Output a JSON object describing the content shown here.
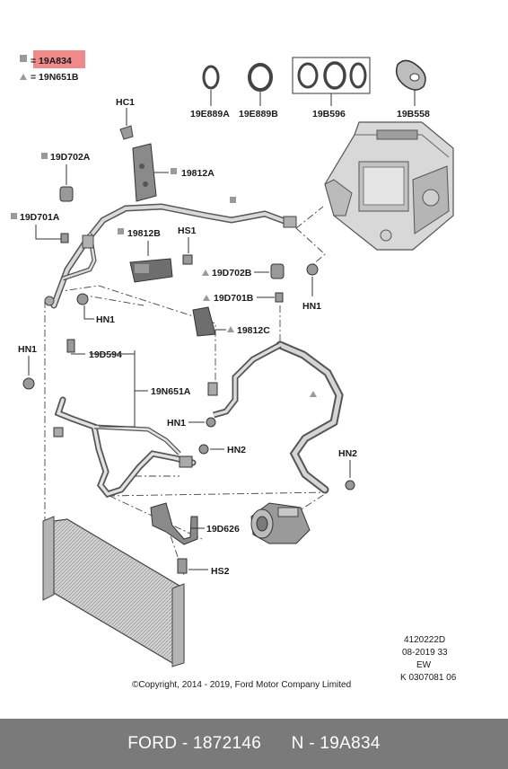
{
  "legend": {
    "square_label": "= 19A834",
    "triangle_label": "= 19N651B",
    "highlight_color": "#f08a8a"
  },
  "labels": {
    "seal_1": "19E889A",
    "seal_2": "19E889B",
    "seal_kit": "19B596",
    "gasket": "19B558",
    "hc1": "HC1",
    "sensor_1": "19D702A",
    "sensor_2": "19D701A",
    "bracket_1": "19812A",
    "bracket_2": "19812B",
    "hs1": "HS1",
    "sensor_3": "19D702B",
    "sensor_4": "19D701B",
    "bracket_3": "19812C",
    "hn1_top": "HN1",
    "hn1_right": "HN1",
    "hn1_left": "HN1",
    "hn1_mid": "HN1",
    "tube_assy": "19N651A",
    "sensor_5": "19D594",
    "hn2_mid": "HN2",
    "hn2_right": "HN2",
    "mount": "19D626",
    "hs2": "HS2"
  },
  "doc_info": {
    "ref": "4120222D",
    "date": "08-2019 33",
    "code": "EW",
    "kit": "K 0307081 06"
  },
  "copyright": "©Copyright, 2014 - 2019, Ford Motor Company Limited",
  "footer": {
    "part": "FORD - 1872146",
    "ref": "N - 19A834"
  }
}
